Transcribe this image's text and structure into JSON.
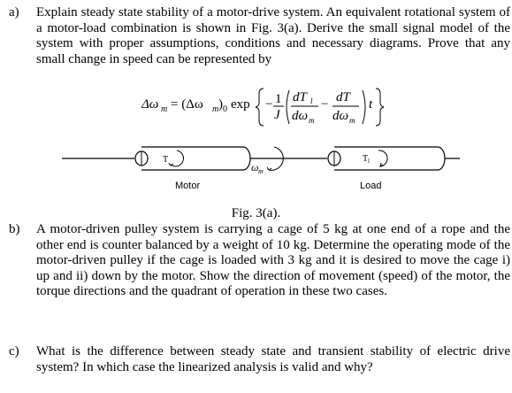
{
  "question_a": {
    "label": "a)",
    "text": "Explain steady state stability of a motor-drive system. An equivalent rotational system of a motor-load combination is shown in Fig. 3(a). Derive the small signal model of the system with proper assumptions, conditions and necessary diagrams. Prove that any small change in speed can be represented by"
  },
  "equation": {
    "lhs": "Δω",
    "lhs_sub": "m",
    "eq": "= (Δω",
    "eq_sub": "m",
    "zero": ")",
    "zero_sub": "0",
    "exp": "exp",
    "neg": "−",
    "one": "1",
    "J": "J",
    "dTl": "dT",
    "dTl_sub": "l",
    "dwm": "dω",
    "dwm_sub": "m",
    "minus": "−",
    "dT": "dT",
    "dwm2": "dω",
    "dwm2_sub": "m",
    "t": "t"
  },
  "figure": {
    "motor_torque": "T",
    "speed": "ω",
    "speed_sub": "m",
    "load_torque": "T",
    "load_torque_sub": "l",
    "motor_label": "Motor",
    "load_label": "Load",
    "caption": "Fig. 3(a)."
  },
  "question_b": {
    "label": "b)",
    "text": "A motor-driven pulley system is carrying a cage of 5 kg at one end of a rope and the other end is counter balanced by a weight of 10 kg. Determine the operating mode of the motor-driven pulley if the cage is loaded with 3 kg and it is desired to move the cage i) up and ii) down by the motor. Show the direction of movement (speed) of the motor, the torque directions and the quadrant of operation in these two cases."
  },
  "question_c": {
    "label": "c)",
    "text": "What is the difference between steady state and transient stability of electric drive system? In which case the linearized analysis is valid and why?"
  }
}
